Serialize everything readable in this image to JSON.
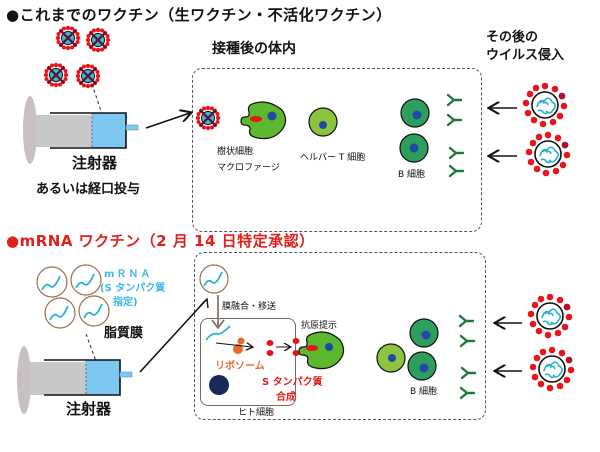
{
  "section_conventional": {
    "title": "●これまでのワクチン（生ワクチン・不活化ワクチン）",
    "injector_label": "注射器",
    "alt_route_label": "あるいは経口投与",
    "body_heading": "接種後の体内",
    "dendritic_label_1": "樹状細胞",
    "dendritic_label_2": "マクロファージ",
    "helper_t_label": "ヘルパー T 細胞",
    "b_cell_label": "B 細胞",
    "virus_entry_label_1": "その後の",
    "virus_entry_label_2": "ウイルス侵入"
  },
  "section_mrna": {
    "title": "●mRNA ワクチン（2 月 14 日特定承認）",
    "mrna_label_1": "mＲＮＡ",
    "mrna_label_2": "(S タンパク質",
    "mrna_label_3": "指定)",
    "lipid_label": "脂質膜",
    "injector_label": "注射器",
    "fusion_label": "膜融合・移送",
    "antigen_label": "抗原提示",
    "ribosome_label": "リボソーム",
    "s_protein_label_1": "S タンパク質",
    "s_protein_label_2": "合成",
    "human_cell_label": "ヒト細胞",
    "b_cell_label": "B 細胞"
  },
  "colors": {
    "title_red": "#e0201c",
    "cyan_text": "#3fb7e0",
    "orange_text": "#e9692e",
    "b_cell_green": "#2e9e5c",
    "helper_green": "#8cc43c",
    "dendritic_green": "#5cb82c",
    "nucleus_blue": "#1f4aa8",
    "antibody_green": "#1e7a3c",
    "virus_red": "#e8151b"
  }
}
